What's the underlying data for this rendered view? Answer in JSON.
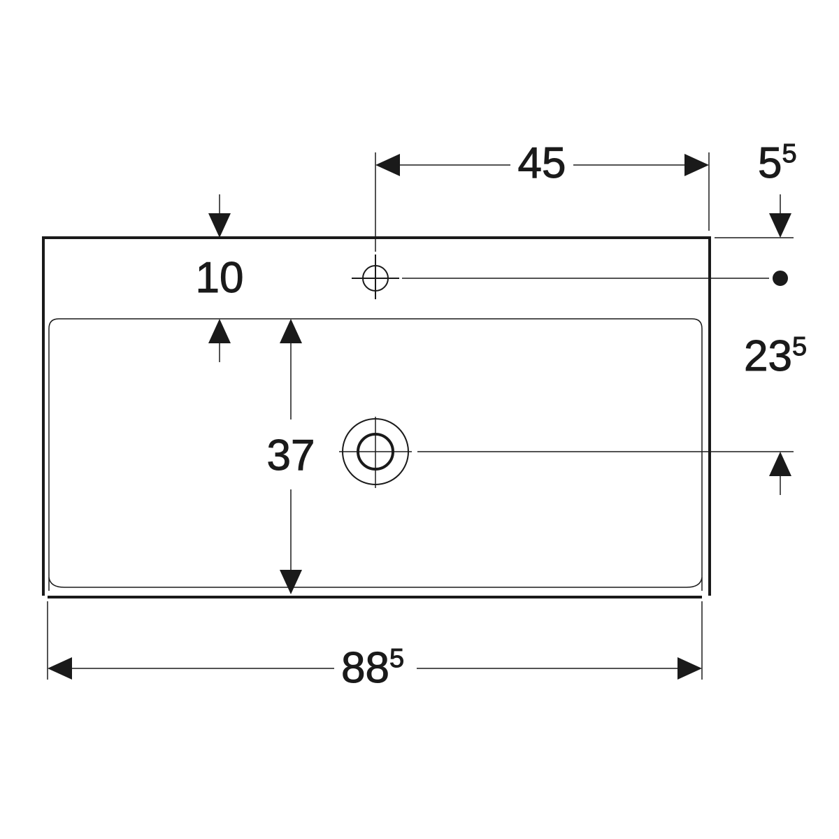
{
  "dimensions": {
    "tap_to_edge": {
      "main": "45"
    },
    "top_offset": {
      "main": "5",
      "sup": "5"
    },
    "rim_depth": {
      "main": "10"
    },
    "tap_to_drain_depth": {
      "main": "23",
      "sup": "5"
    },
    "bowl_depth": {
      "main": "37"
    },
    "total_width": {
      "main": "88",
      "sup": "5"
    }
  },
  "colors": {
    "line": "#1a1a1a"
  }
}
